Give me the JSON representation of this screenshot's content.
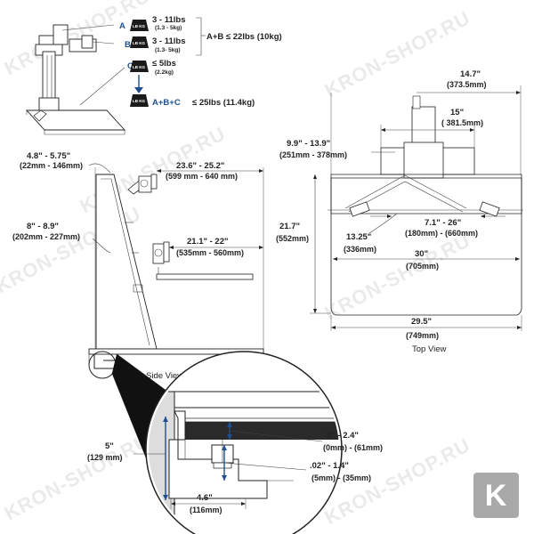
{
  "weights": {
    "a_letter": "A",
    "a_text": "3 - 11lbs",
    "a_metric": "(1.3 - 5kg)",
    "b_letter": "B",
    "b_text": "3 - 11lbs",
    "b_metric": "(1.3- 5kg)",
    "c_letter": "C",
    "c_text": "≤ 5lbs",
    "c_metric": "(2.2kg)",
    "ab_total": "A+B ≤ 22lbs (10kg)",
    "abc_letters": "A+B+C",
    "abc_value": "≤ 25lbs (11.4kg)",
    "kg_badge": "LB KG"
  },
  "side_view": {
    "label": "Side View",
    "d1": "4.8\" - 5.75\"",
    "d1_metric": "(22mm - 146mm)",
    "d2": "23.6\" - 25.2\"",
    "d2_metric": "(599 mm - 640 mm)",
    "d3": "8\" - 8.9\"",
    "d3_metric": "(202mm - 227mm)",
    "d4": "21.1\" - 22\"",
    "d4_metric": "(535mm - 560mm)"
  },
  "top_view": {
    "label": "Top View",
    "d1": "14.7\"",
    "d1_metric": "(373.5mm)",
    "d2": "15\"",
    "d2_metric": "( 381.5mm)",
    "d3": "9.9\" - 13.9\"",
    "d3_metric": "(251mm - 378mm)",
    "d4": "21.7\"",
    "d4_metric": "(552mm)",
    "d5": "7.1\" - 26\"",
    "d5_metric": "(180mm) - (660mm)",
    "d6": "13.25\"",
    "d6_metric": "(336mm)",
    "d7": "30\"",
    "d7_metric": "(705mm)",
    "d8": "29.5\"",
    "d8_metric": "(749mm)"
  },
  "clamp_detail": {
    "d1": "0\" - 2.4\"",
    "d1_metric": "(0mm) - (61mm)",
    "d2": "5\"",
    "d2_metric": "(129 mm)",
    "d3": ".02\" - 1.4\"",
    "d3_metric": "(5mm) - (35mm)",
    "d4": "4.6\"",
    "d4_metric": "(116mm)"
  },
  "watermarks": [
    "KRON-SHOP.RU",
    "KRON-SHOP.RU",
    "KRON-SHOP.RU",
    "KRON-SHOP.RU",
    "KRON-SHOP.RU",
    "KRON-SHOP.RU",
    "KRON-SHOP.RU",
    "KRON-SHOP.RU"
  ],
  "logo_letter": "K",
  "colors": {
    "accent_blue": "#1f4f8f",
    "line": "#222222",
    "logo_bg": "#a9a9a9"
  }
}
